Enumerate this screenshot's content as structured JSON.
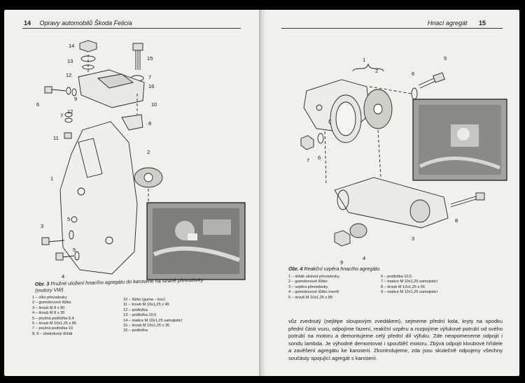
{
  "left_page": {
    "page_number": "14",
    "running_title": "Opravy automobilů Škoda Felicia",
    "figure": {
      "caption_label": "Obr. 3",
      "caption_text": "Pružné uložení hnacího agregátu do karoserie na straně převodovky",
      "caption_text2": "(motory VW)",
      "callouts": [
        "14",
        "15",
        "13",
        "7",
        "16",
        "12",
        "6",
        "10",
        "9",
        "12",
        "7",
        "8",
        "11",
        "2",
        "1",
        "3",
        "5",
        "5",
        "4"
      ],
      "legend_col1": [
        "1 – víko převodovky",
        "2 – gumokovové lůžko",
        "3 – šroub M 8 x 80",
        "4 – šroub M 8 x 35",
        "5 – pružná podložka 8,4",
        "6 – šroub M 10x1,25 x 85",
        "7 – pružná podložka 10",
        "8, 9 – úhelníkový držák"
      ],
      "legend_col2": [
        "10 – lůžko (guma – kov)",
        "11 – šroub M 10x1,25 x 45",
        "12 – podložka",
        "13 – podložka 10,5",
        "14 – matice M 10x1,25 samojisticí",
        "15 – šroub M 10x1,25 x 35",
        "16 – podložka"
      ]
    }
  },
  "right_page": {
    "page_number": "15",
    "running_title": "Hnací agregát",
    "figure": {
      "caption_label": "Obr. 4",
      "caption_text": "Reakční vzpěra hnacího agregátu",
      "callouts": [
        "1",
        "2",
        "5",
        "6",
        "7",
        "6",
        "8",
        "3",
        "9",
        "4"
      ],
      "legend_col1": [
        "1 – držák uložení převodovky",
        "2 – gumokovové lůžko",
        "3 – vzpěra převodovky",
        "4 – gumokovové lůžko menší",
        "5 – šroub M 10x1,25 x 85"
      ],
      "legend_col2": [
        "6 – podložka 10,5",
        "7 – matice M 10x1,25 samojisticí",
        "8 – šroub M 12x1,25 x 55",
        "9 – matice M 12x1,25 samojisticí"
      ]
    },
    "body_text": "vůz zvednutý (nejlépe sloupovým zvedákem), sejmeme přední kola, kryty na spodku přední části vozu, odpojíme řazení, reakční vzpěru a rozpojíme výfukové potrubí od svého potrubí na motoru a demontujeme celý přední díl výfuku. Zde neopomeneme odpojit i sondu lambda. Je výhodné demontovat i spouštěč motoru. Zbývá odpojit kloubové hřídele a zavěšení agregátu ke karoserii. Zkontrolujeme, zda jsou skutečně odpojeny všechny součásty spojující agregát s karoserií."
  }
}
